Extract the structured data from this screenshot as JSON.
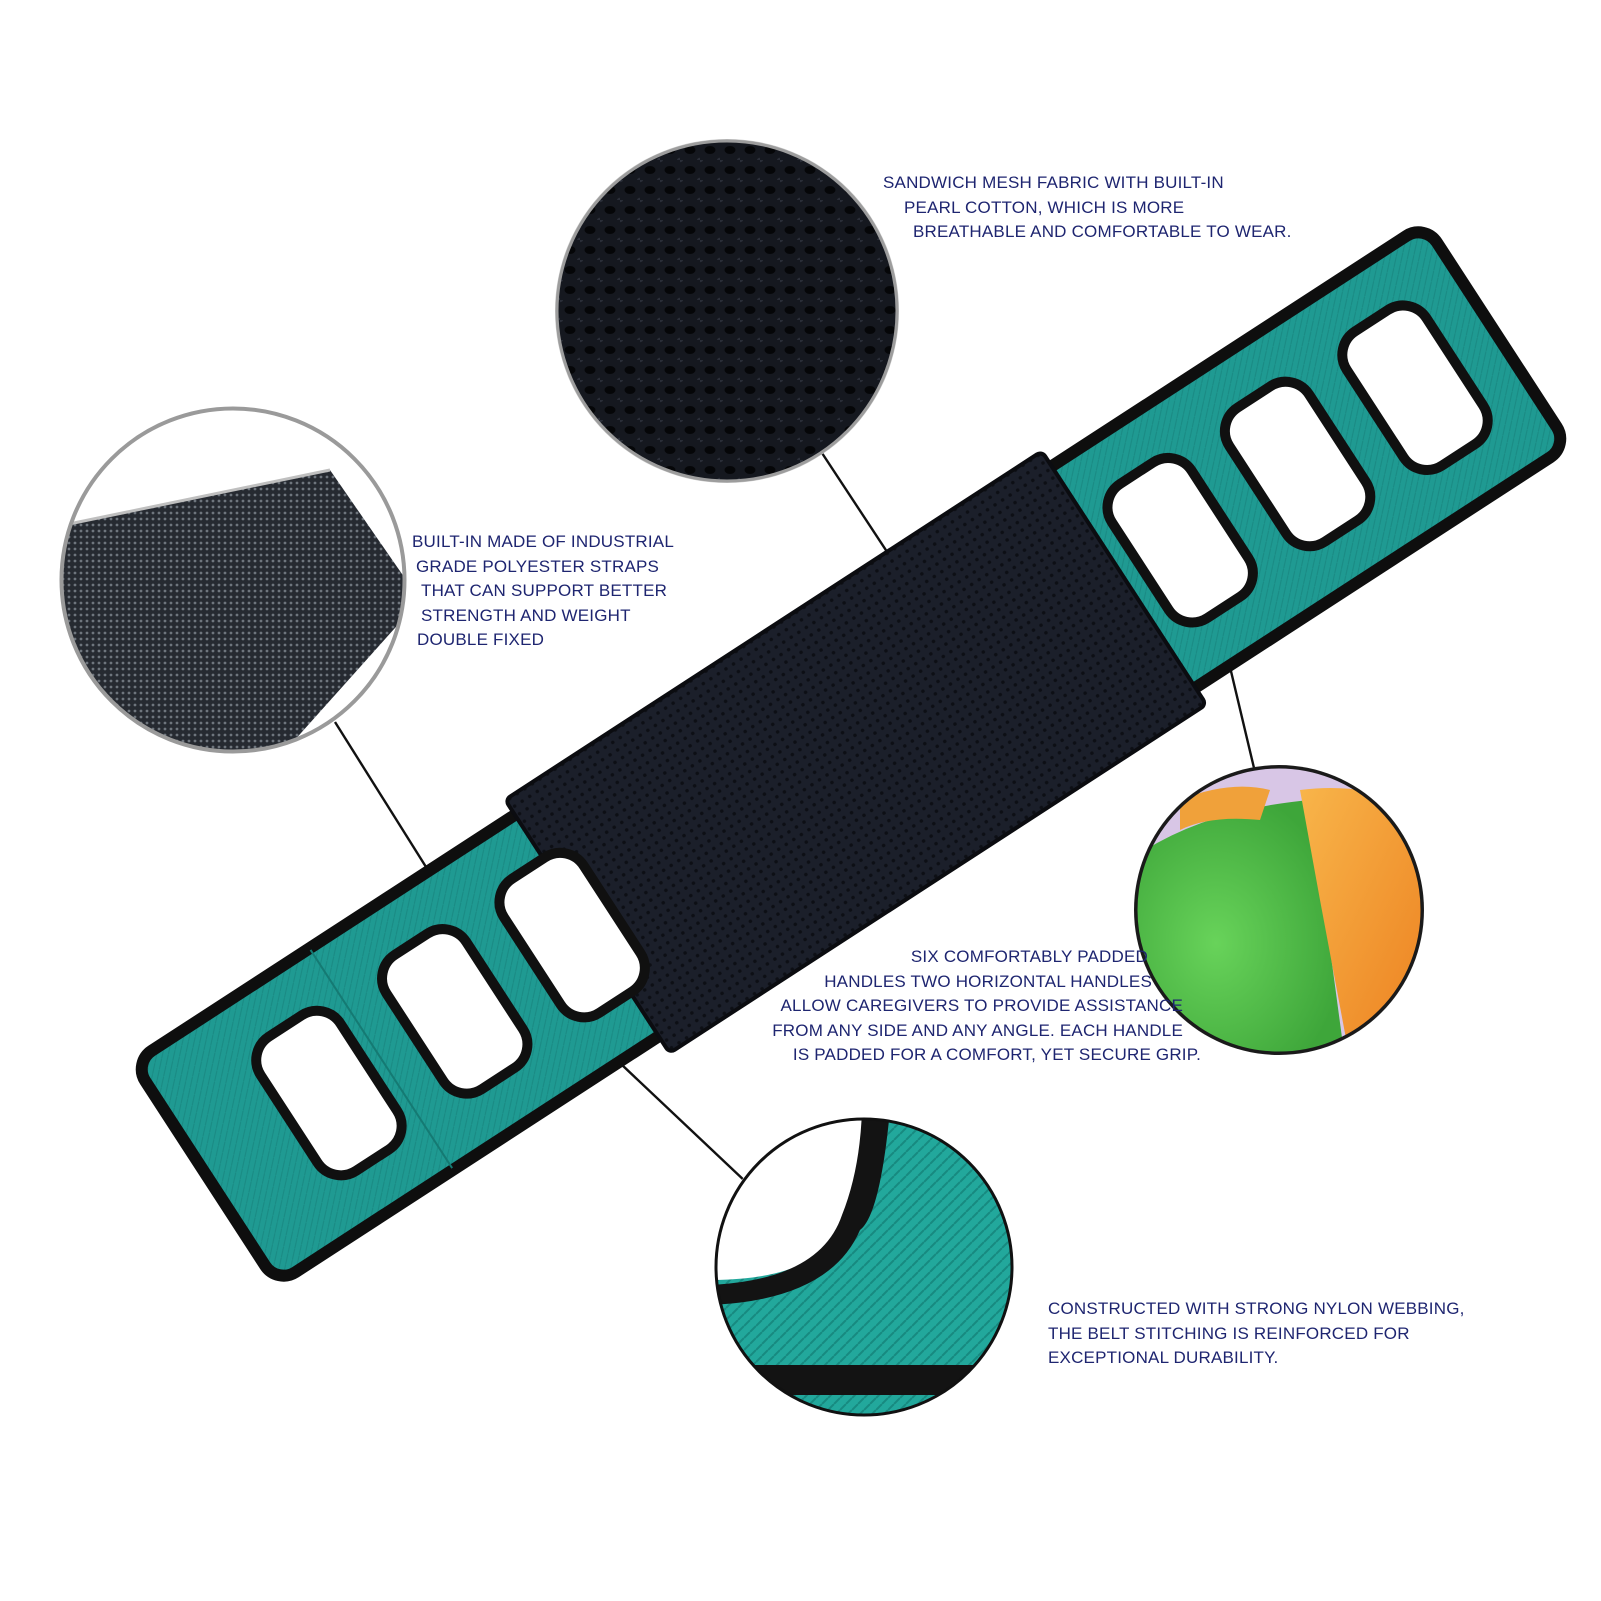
{
  "callouts": {
    "mesh": {
      "lines": [
        "SANDWICH MESH FABRIC WITH BUILT-IN",
        "PEARL COTTON, WHICH IS MORE",
        "BREATHABLE AND COMFORTABLE TO WEAR."
      ]
    },
    "straps": {
      "lines": [
        "BUILT-IN MADE OF INDUSTRIAL",
        "GRADE POLYESTER STRAPS",
        "THAT CAN SUPPORT BETTER",
        "STRENGTH AND WEIGHT",
        "DOUBLE FIXED"
      ]
    },
    "handles": {
      "lines": [
        "SIX COMFORTABLY PADDED",
        "HANDLES TWO HORIZONTAL HANDLES",
        "ALLOW CAREGIVERS TO PROVIDE ASSISTANCE",
        "FROM ANY SIDE AND ANY ANGLE. EACH HANDLE",
        "IS PADDED FOR A COMFORT, YET SECURE GRIP."
      ]
    },
    "webbing": {
      "lines": [
        "CONSTRUCTED WITH STRONG NYLON WEBBING,",
        "THE BELT STITCHING IS REINFORCED FOR",
        "EXCEPTIONAL DURABILITY."
      ]
    }
  },
  "colors": {
    "text": "#1e2570",
    "teal": "#1f9a92",
    "mesh": "#1b1f2a",
    "edge": "#111111",
    "foam_green": "#4fbe45",
    "foam_orange": "#f29a2e"
  }
}
